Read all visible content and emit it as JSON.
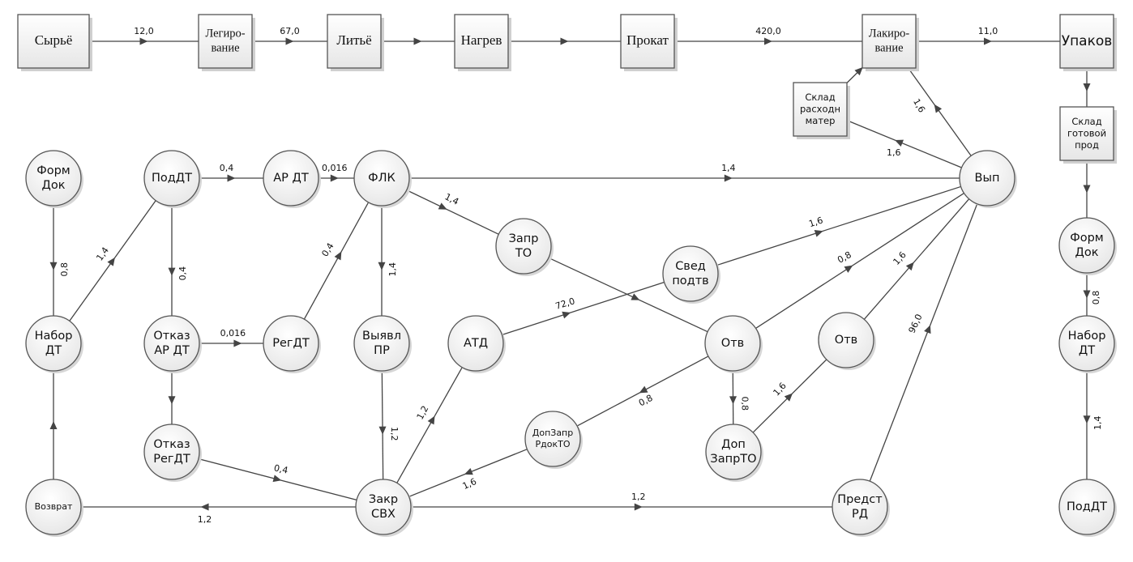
{
  "diagram": {
    "nodes": [
      {
        "id": "syrye",
        "shape": "box",
        "lines": [
          "Сырьё"
        ],
        "font": "serif",
        "size": "large"
      },
      {
        "id": "legir",
        "shape": "box",
        "lines": [
          "Легиро-",
          "вание"
        ],
        "font": "serif",
        "size": "large"
      },
      {
        "id": "litye",
        "shape": "box",
        "lines": [
          "Литьё"
        ],
        "font": "serif",
        "size": "large"
      },
      {
        "id": "nagrev",
        "shape": "box",
        "lines": [
          "Нагрев"
        ],
        "font": "serif",
        "size": "large"
      },
      {
        "id": "prokat",
        "shape": "box",
        "lines": [
          "Прокат"
        ],
        "font": "serif",
        "size": "large"
      },
      {
        "id": "lakir",
        "shape": "box",
        "lines": [
          "Лакиро-",
          "вание"
        ],
        "font": "serif",
        "size": "large"
      },
      {
        "id": "upakov",
        "shape": "box",
        "lines": [
          "Упаков"
        ],
        "font": "sans",
        "size": "large"
      },
      {
        "id": "sklad_rash",
        "shape": "box",
        "lines": [
          "Склад",
          "расходн",
          "матер"
        ],
        "font": "sans",
        "size": "small"
      },
      {
        "id": "sklad_got",
        "shape": "box",
        "lines": [
          "Склад",
          "готовой",
          "прод"
        ],
        "font": "sans",
        "size": "small"
      },
      {
        "id": "form_dok_l",
        "shape": "circle",
        "lines": [
          "Форм",
          "Док"
        ]
      },
      {
        "id": "pod_dt",
        "shape": "circle",
        "lines": [
          "ПодДТ"
        ]
      },
      {
        "id": "ar_dt",
        "shape": "circle",
        "lines": [
          "АР ДТ"
        ]
      },
      {
        "id": "flk",
        "shape": "circle",
        "lines": [
          "ФЛК"
        ]
      },
      {
        "id": "vyp",
        "shape": "circle",
        "lines": [
          "Вып"
        ]
      },
      {
        "id": "nabor_dt_l",
        "shape": "circle",
        "lines": [
          "Набор",
          "ДТ"
        ]
      },
      {
        "id": "otkaz_ar",
        "shape": "circle",
        "lines": [
          "Отказ",
          "АР ДТ"
        ]
      },
      {
        "id": "reg_dt",
        "shape": "circle",
        "lines": [
          "РегДТ"
        ]
      },
      {
        "id": "vyavl_pr",
        "shape": "circle",
        "lines": [
          "Выявл",
          "ПР"
        ]
      },
      {
        "id": "zapr_to",
        "shape": "circle",
        "lines": [
          "Запр",
          "ТО"
        ]
      },
      {
        "id": "sved",
        "shape": "circle",
        "lines": [
          "Свед",
          "подтв"
        ]
      },
      {
        "id": "atd",
        "shape": "circle",
        "lines": [
          "АТД"
        ]
      },
      {
        "id": "otv1",
        "shape": "circle",
        "lines": [
          "Отв"
        ]
      },
      {
        "id": "otv2",
        "shape": "circle",
        "lines": [
          "Отв"
        ]
      },
      {
        "id": "dopzapr_rdok",
        "shape": "circle",
        "lines": [
          "ДопЗапр",
          "РдокТО"
        ],
        "size": "small"
      },
      {
        "id": "dop_zaprto",
        "shape": "circle",
        "lines": [
          "Доп",
          "ЗапрТО"
        ]
      },
      {
        "id": "otkaz_reg",
        "shape": "circle",
        "lines": [
          "Отказ",
          "РегДТ"
        ]
      },
      {
        "id": "vozvrat",
        "shape": "circle",
        "lines": [
          "Возврат"
        ],
        "size": "small"
      },
      {
        "id": "zakr_svh",
        "shape": "circle",
        "lines": [
          "Закр",
          "СВХ"
        ]
      },
      {
        "id": "predst_rd",
        "shape": "circle",
        "lines": [
          "Предст",
          "РД"
        ]
      },
      {
        "id": "form_dok_r",
        "shape": "circle",
        "lines": [
          "Форм",
          "Док"
        ]
      },
      {
        "id": "nabor_dt_r",
        "shape": "circle",
        "lines": [
          "Набор",
          "ДТ"
        ]
      },
      {
        "id": "pod_dt_r",
        "shape": "circle",
        "lines": [
          "ПодДТ"
        ]
      }
    ],
    "edges": [
      {
        "from": "syrye",
        "to": "legir",
        "label": "12,0"
      },
      {
        "from": "legir",
        "to": "litye",
        "label": "67,0"
      },
      {
        "from": "litye",
        "to": "nagrev",
        "label": ""
      },
      {
        "from": "nagrev",
        "to": "prokat",
        "label": ""
      },
      {
        "from": "prokat",
        "to": "lakir",
        "label": "420,0"
      },
      {
        "from": "lakir",
        "to": "upakov",
        "label": "11,0"
      },
      {
        "from": "upakov",
        "to": "sklad_got",
        "label": ""
      },
      {
        "from": "sklad_got",
        "to": "form_dok_r",
        "label": ""
      },
      {
        "from": "form_dok_r",
        "to": "nabor_dt_r",
        "label": "0,8"
      },
      {
        "from": "nabor_dt_r",
        "to": "pod_dt_r",
        "label": "1,4"
      },
      {
        "from": "sklad_rash",
        "to": "lakir",
        "label": ""
      },
      {
        "from": "vyp",
        "to": "lakir",
        "label": "1,6"
      },
      {
        "from": "vyp",
        "to": "sklad_rash",
        "label": "1,6"
      },
      {
        "from": "form_dok_l",
        "to": "nabor_dt_l",
        "label": "0,8"
      },
      {
        "from": "nabor_dt_l",
        "to": "pod_dt",
        "label": "1,4"
      },
      {
        "from": "pod_dt",
        "to": "ar_dt",
        "label": "0,4"
      },
      {
        "from": "pod_dt",
        "to": "otkaz_ar",
        "label": "0,4"
      },
      {
        "from": "ar_dt",
        "to": "flk",
        "label": "0,016"
      },
      {
        "from": "otkaz_ar",
        "to": "reg_dt",
        "label": "0,016"
      },
      {
        "from": "otkaz_ar",
        "to": "otkaz_reg",
        "label": ""
      },
      {
        "from": "reg_dt",
        "to": "flk",
        "label": "0,4"
      },
      {
        "from": "flk",
        "to": "vyp",
        "label": "1,4"
      },
      {
        "from": "flk",
        "to": "zapr_to",
        "label": "1,4"
      },
      {
        "from": "flk",
        "to": "vyavl_pr",
        "label": "1,4"
      },
      {
        "from": "vyavl_pr",
        "to": "zakr_svh",
        "label": "1,2"
      },
      {
        "from": "zapr_to",
        "to": "otv1",
        "label": ""
      },
      {
        "from": "sved",
        "to": "vyp",
        "label": "1,6"
      },
      {
        "from": "atd",
        "to": "sved",
        "label": "72,0"
      },
      {
        "from": "zakr_svh",
        "to": "atd",
        "label": "1,2"
      },
      {
        "from": "otv1",
        "to": "vyp",
        "label": "0,8"
      },
      {
        "from": "otv1",
        "to": "dopzapr_rdok",
        "label": "0,8"
      },
      {
        "from": "otv1",
        "to": "dop_zaprto",
        "label": "0,8"
      },
      {
        "from": "dop_zaprto",
        "to": "otv2",
        "label": "1,6"
      },
      {
        "from": "otv2",
        "to": "vyp",
        "label": "1,6"
      },
      {
        "from": "predst_rd",
        "to": "vyp",
        "label": "96,0"
      },
      {
        "from": "dopzapr_rdok",
        "to": "zakr_svh",
        "label": "1,6"
      },
      {
        "from": "otkaz_reg",
        "to": "zakr_svh",
        "label": "0,4"
      },
      {
        "from": "zakr_svh",
        "to": "vozvrat",
        "label": "1,2"
      },
      {
        "from": "vozvrat",
        "to": "nabor_dt_l",
        "label": ""
      },
      {
        "from": "zakr_svh",
        "to": "predst_rd",
        "label": "1,2"
      }
    ]
  }
}
